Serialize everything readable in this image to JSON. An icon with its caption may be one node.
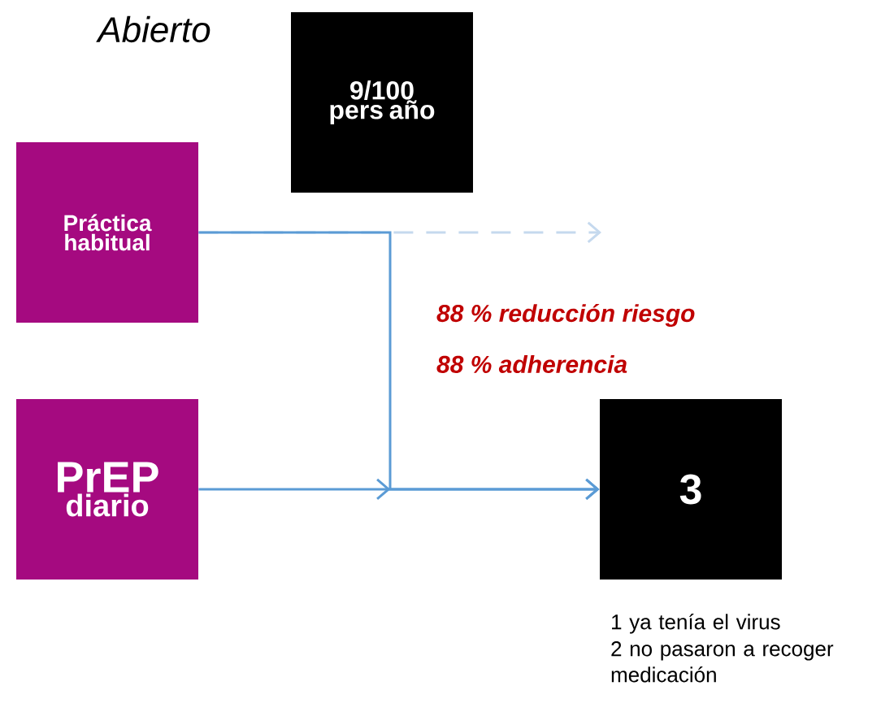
{
  "diagram": {
    "title": "Abierto",
    "nodes": [
      {
        "text": [
          "Práctica habitual"
        ]
      },
      {
        "text": [
          "9/100 pers año"
        ]
      },
      {
        "text": [
          "PrEP",
          "diario"
        ]
      },
      {
        "text": [
          "3"
        ],
        "beside": [
          "1 ya tenía el virus",
          "2 no pasaron a recoger medicación"
        ]
      }
    ],
    "edges": [
      {
        "from": 0,
        "to": null,
        "arrow": "to",
        "style": "dashed",
        "color": "#c5d9ee"
      },
      {
        "from": 0,
        "to": 3,
        "arrow": "to"
      },
      {
        "from": 2,
        "to": 3,
        "arrow": "to"
      }
    ],
    "labels": [
      "88 % reducción riesgo",
      "88 % adherencia"
    ]
  }
}
